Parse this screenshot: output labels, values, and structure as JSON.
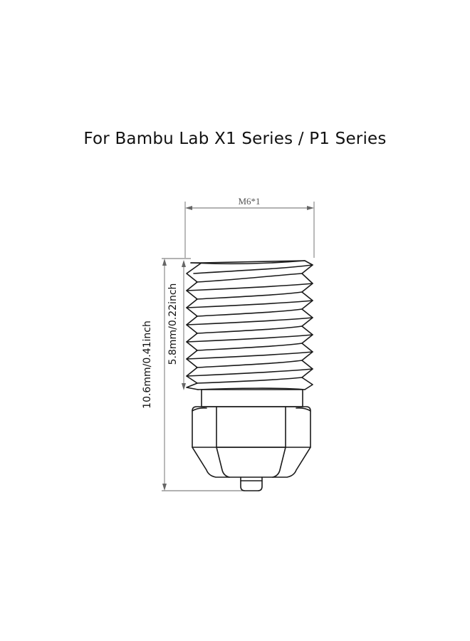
{
  "title": "For Bambu Lab X1 Series / P1 Series",
  "dimensions": {
    "thread_size": "M6*1",
    "thread_length": "5.8mm/0.22inch",
    "total_length": "10.6mm/0.41inch"
  }
}
